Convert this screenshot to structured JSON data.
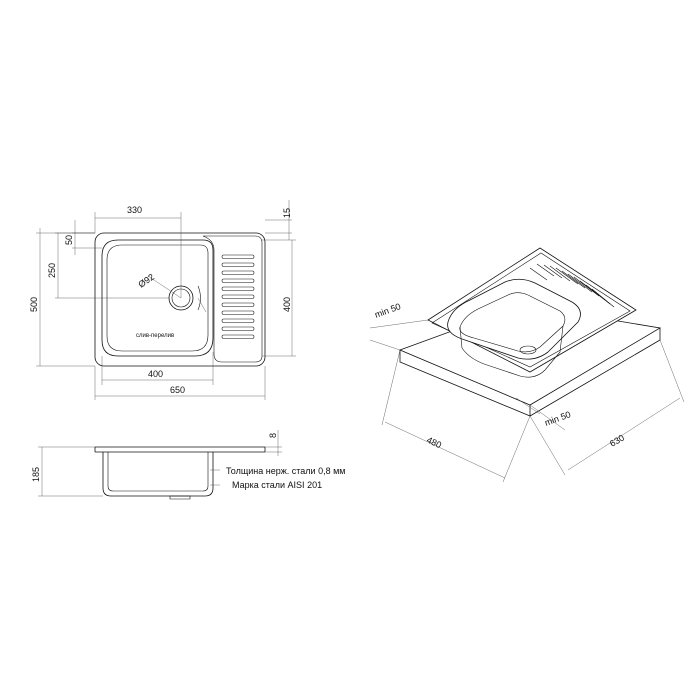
{
  "top_view": {
    "dim_330": "330",
    "dim_15": "15",
    "dim_50": "50",
    "dim_250": "250",
    "dim_500": "500",
    "dim_400_vertical": "400",
    "dim_400_horizontal": "400",
    "dim_650": "650",
    "drain_diameter": "Ø92",
    "overflow_label": "слив-перелив"
  },
  "side_view": {
    "dim_8": "8",
    "dim_185": "185",
    "note_thickness": "Толщина нерж. стали 0,8 мм",
    "note_grade": "Марка стали AISI 201"
  },
  "iso_view": {
    "min_50_top": "min 50",
    "min_50_bottom": "min 50",
    "dim_480": "480",
    "dim_630": "630"
  }
}
